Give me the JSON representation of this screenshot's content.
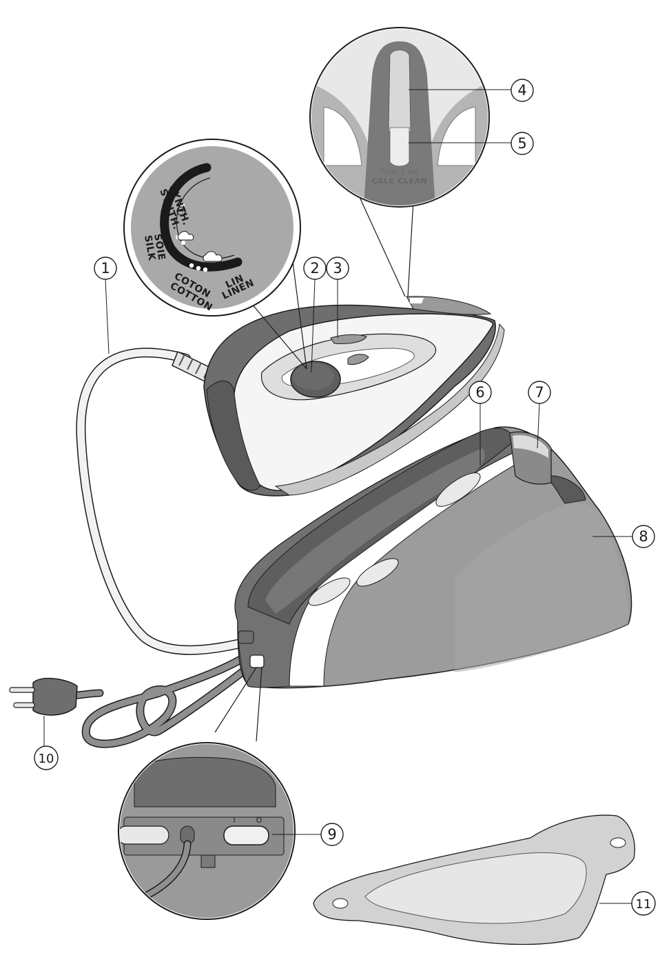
{
  "callouts": {
    "c1": "1",
    "c2": "2",
    "c3": "3",
    "c4": "4",
    "c5": "5",
    "c6": "6",
    "c7": "7",
    "c8": "8",
    "c9": "9",
    "c10": "10",
    "c11": "11"
  },
  "dial": {
    "synth_fr": "SYNTH.",
    "synth_en": "SYNTH.",
    "soie": "SOIE",
    "silk": "SILK",
    "coton": "COTON",
    "cotton": "COTTON",
    "lin": "LIN",
    "linen": "LINEN"
  },
  "nozzle": {
    "press": "Press 2 sec",
    "calc_clean": "CALC CLEAN"
  },
  "power_switch": {
    "on_symbol": "I",
    "off_symbol": "O"
  },
  "colors": {
    "outline": "#1a1a1a",
    "body_gray": "#9a9a9a",
    "dark_gray": "#6e6e6e",
    "light_gray": "#d8d8d8",
    "white": "#ffffff"
  }
}
